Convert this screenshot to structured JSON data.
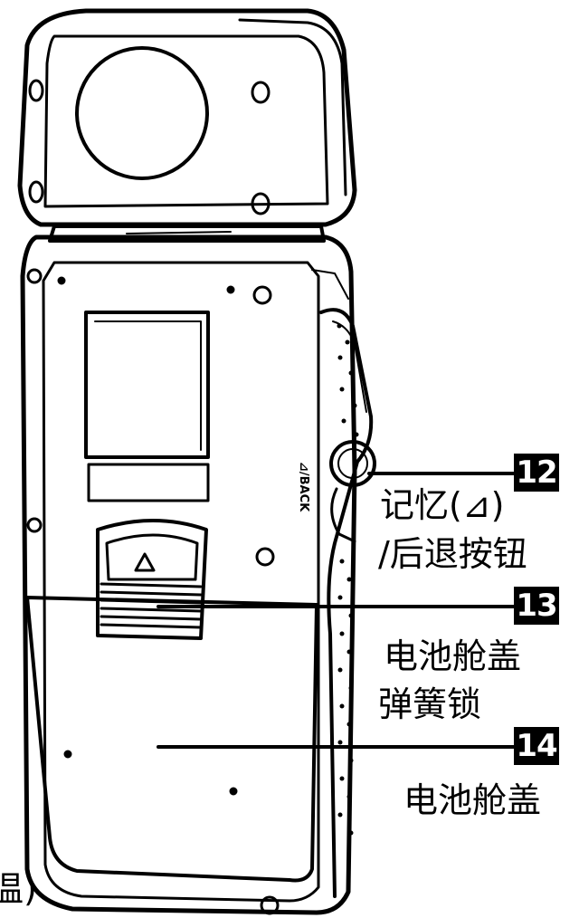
{
  "callouts": [
    {
      "number": "12",
      "label_lines": [
        "记忆(⊿)",
        "/后退按钮"
      ]
    },
    {
      "number": "13",
      "label_lines": [
        "电池舱盖",
        "弹簧锁"
      ]
    },
    {
      "number": "14",
      "label_lines": [
        "电池舱盖"
      ]
    }
  ],
  "device_side_marking": "⊿/BACK",
  "cutoff_fragment": "温)"
}
